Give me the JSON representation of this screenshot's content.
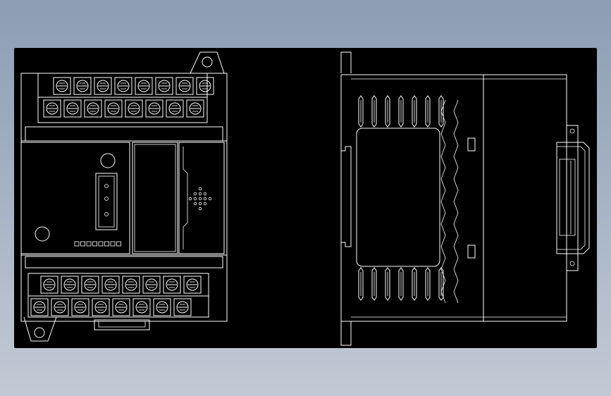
{
  "viewport": {
    "background": "#000000",
    "line_color": "#ffffff"
  },
  "front_view": {
    "top_terminal_row_1_count": 8,
    "top_terminal_row_2_count": 8,
    "bottom_terminal_row_1_count": 8,
    "bottom_terminal_row_2_count": 8,
    "indicator_led_count": 8,
    "port_pin_count": 13
  },
  "side_view": {
    "upper_vent_slot_count": 7,
    "lower_vent_slot_count": 7
  }
}
